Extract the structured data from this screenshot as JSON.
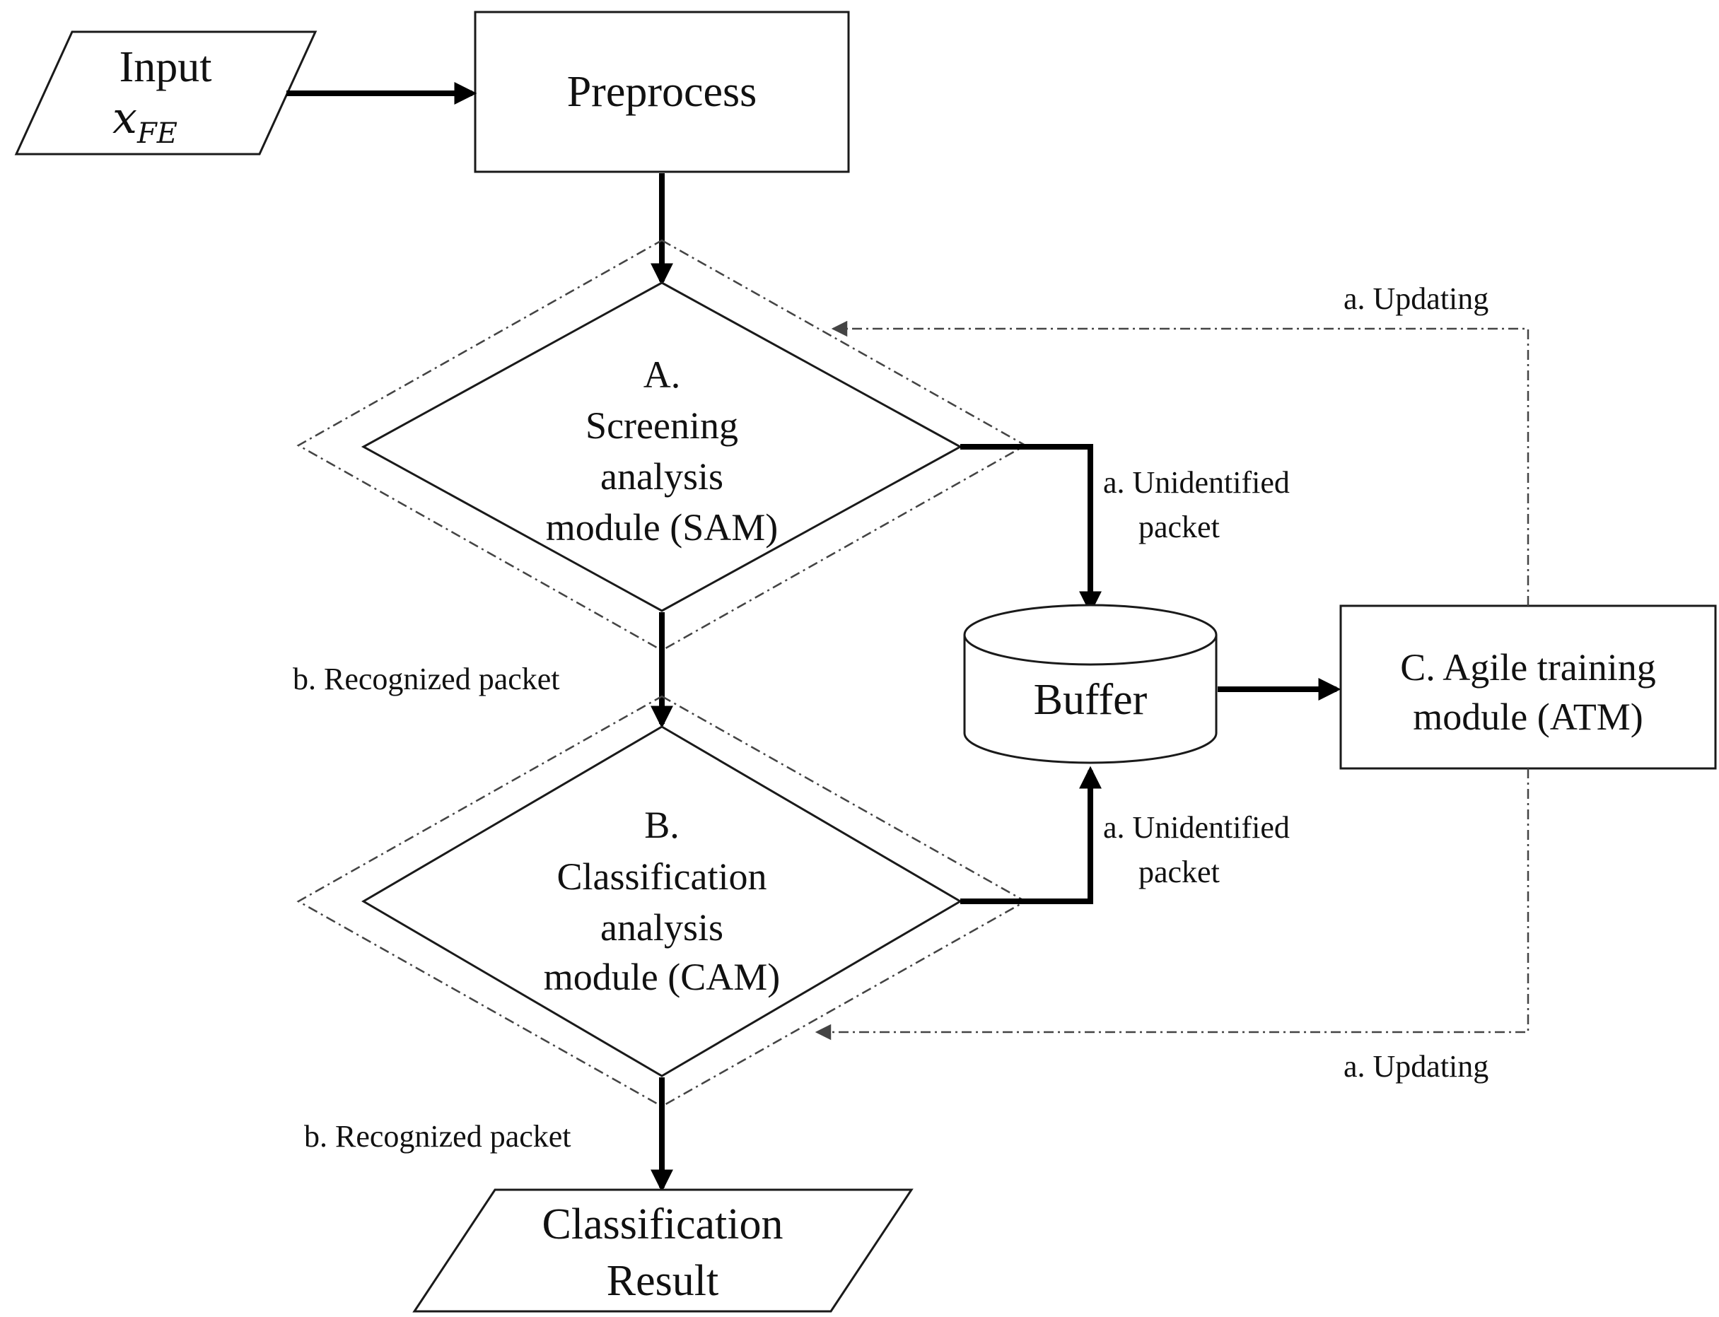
{
  "input": {
    "label": "Input",
    "var": "x",
    "subscript": "FE"
  },
  "preprocess": {
    "label": "Preprocess"
  },
  "sam": {
    "line1": "A.",
    "line2": "Screening",
    "line3": "analysis",
    "line4": "module (SAM)"
  },
  "cam": {
    "line1": "B.",
    "line2": "Classification",
    "line3": "analysis",
    "line4": "module (CAM)"
  },
  "buffer": {
    "label": "Buffer"
  },
  "atm": {
    "line1": "C. Agile training",
    "line2": "module (ATM)"
  },
  "result": {
    "line1": "Classification",
    "line2": "Result"
  },
  "edges": {
    "updating_top": "a. Updating",
    "updating_bottom": "a. Updating",
    "unidentified_top_1": "a. Unidentified",
    "unidentified_top_2": "packet",
    "unidentified_bottom_1": "a. Unidentified",
    "unidentified_bottom_2": "packet",
    "recognized_mid": "b. Recognized packet",
    "recognized_bottom": "b. Recognized packet"
  }
}
